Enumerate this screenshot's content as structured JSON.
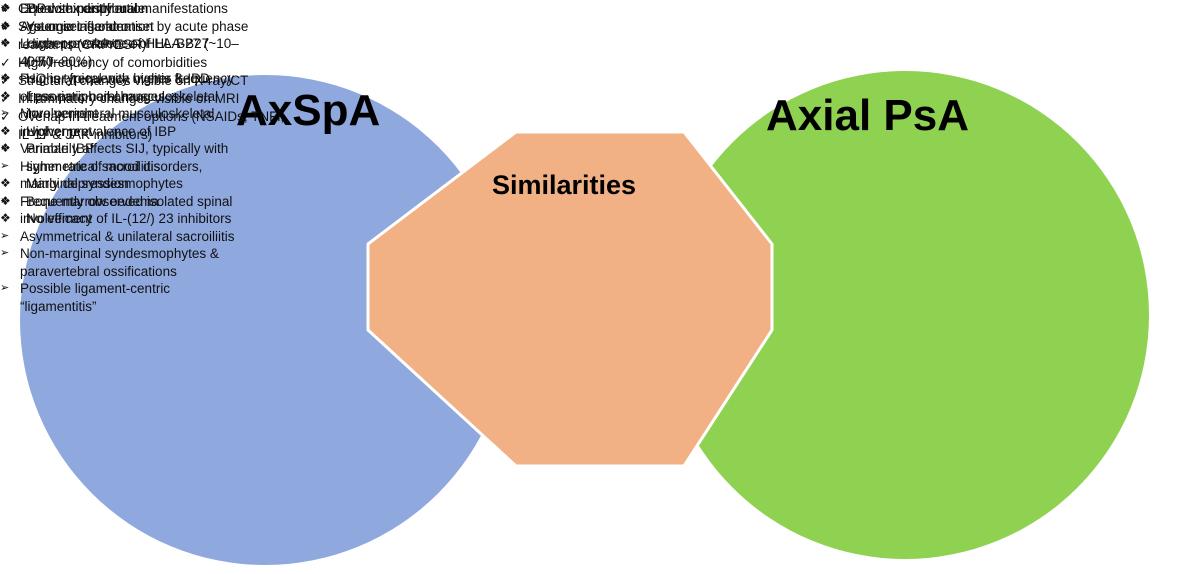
{
  "colors": {
    "left_circle": "#8fa8de",
    "center_shape": "#f1b185",
    "right_circle": "#8fd150"
  },
  "left": {
    "title": "AxSpA",
    "bullet_icon": "diamond-bullet-icon",
    "items": [
      "Predominantly male",
      "Younger age at onset",
      "Higher prevalence of HLA-B27 (~70–80%)",
      "Higher frequency uveitis & IBD",
      "Less peripheral musculoskeletal involvement",
      "Higher prevalence of IBP",
      "Primarily affects SIJ, typically with symmetrical sacroiliitis",
      "Marginal syndesmophytes",
      "Bone marrow oedema",
      "No efficacy of IL-(12/) 23 inhibitors"
    ]
  },
  "center": {
    "title": "Similarities",
    "bullet_icon": "checkmark-icon",
    "items": [
      "CBP with peripheral manifestations",
      "Systemic  inflammation by acute phase reactants (CRP/ESR)",
      "High frequency of comorbidities",
      "Structural changes visible on X-ray/CT",
      "Inflammatory changes visible on MRI",
      "Overlap in treatment options (NSAIDs, TNFi, IL-17 &  JAK inhibitors)"
    ]
  },
  "right": {
    "title": "Axial PsA",
    "bullet_icon": "arrowhead-bullet-icon",
    "items": [
      "Equal sex distribution",
      "Age onset is older",
      "Lower prevalence of HLA-B27 (~10–40%)",
      "PsO is typical with higher frequency of psoriatic nail changes",
      "More peripheral musculoskeletal involvement",
      "Variable IBP",
      "Higher rate of mood disorders, mainly depression",
      "Frequently observed isolated spinal involvement",
      "Asymmetrical & unilateral sacroiliitis",
      "Non-marginal syndesmophytes & paravertebral ossifications",
      "Possible ligament-centric “ligamentitis”"
    ]
  }
}
